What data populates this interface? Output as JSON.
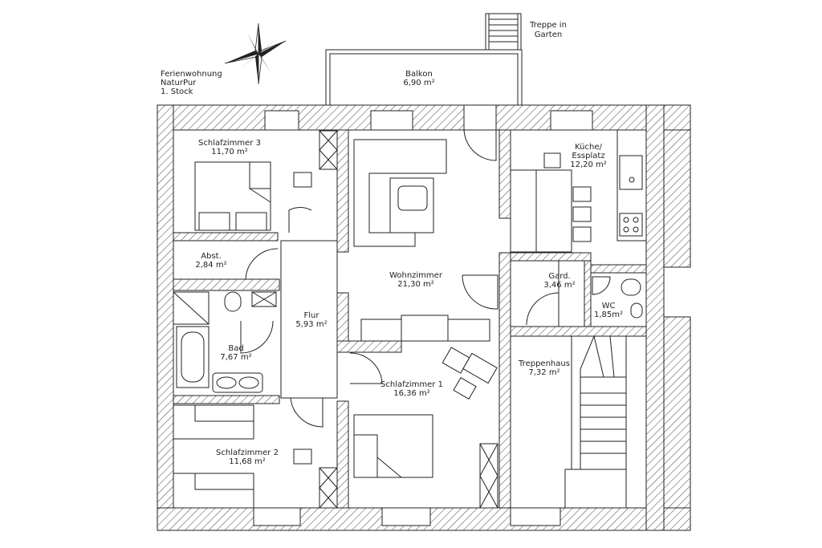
{
  "header": {
    "line1": "Ferienwohnung",
    "line2": "NaturPur",
    "line3": "1. Stock"
  },
  "stairs_garden": {
    "line1": "Treppe in",
    "line2": "Garten"
  },
  "compass": {
    "icon": "compass-rose-icon"
  },
  "rooms": {
    "balkon": {
      "name": "Balkon",
      "area": "6,90 m²"
    },
    "schlafzimmer3": {
      "name": "Schlafzimmer 3",
      "area": "11,70 m²"
    },
    "kueche": {
      "name1": "Küche/",
      "name2": "Essplatz",
      "area": "12,20 m²"
    },
    "abst": {
      "name": "Abst.",
      "area": "2,84 m²"
    },
    "wohnzimmer": {
      "name": "Wohnzimmer",
      "area": "21,30 m²"
    },
    "gard": {
      "name": "Gard.",
      "area": "3,46 m²"
    },
    "wc": {
      "name": "WC",
      "area": "1,85m²"
    },
    "flur": {
      "name": "Flur",
      "area": "5,93 m²"
    },
    "bad": {
      "name": "Bad",
      "area": "7,67 m²"
    },
    "treppenhaus": {
      "name": "Treppenhaus",
      "area": "7,32 m²"
    },
    "schlafzimmer1": {
      "name": "Schlafzimmer 1",
      "area": "16,36 m²"
    },
    "schlafzimmer2": {
      "name": "Schlafzimmer 2",
      "area": "11,68 m²"
    }
  }
}
